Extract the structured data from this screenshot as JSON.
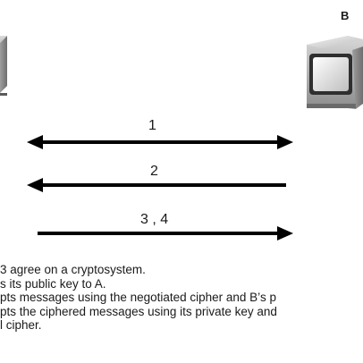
{
  "nodes": {
    "b_label": "B"
  },
  "steps": {
    "step1": "1",
    "step2": "2",
    "step34": "3 , 4"
  },
  "legend": [
    "3 agree on a cryptosystem.",
    "s its public key to A.",
    "pts messages using the negotiated cipher and B’s p",
    "pts the ciphered messages using its private key and",
    "l cipher."
  ]
}
